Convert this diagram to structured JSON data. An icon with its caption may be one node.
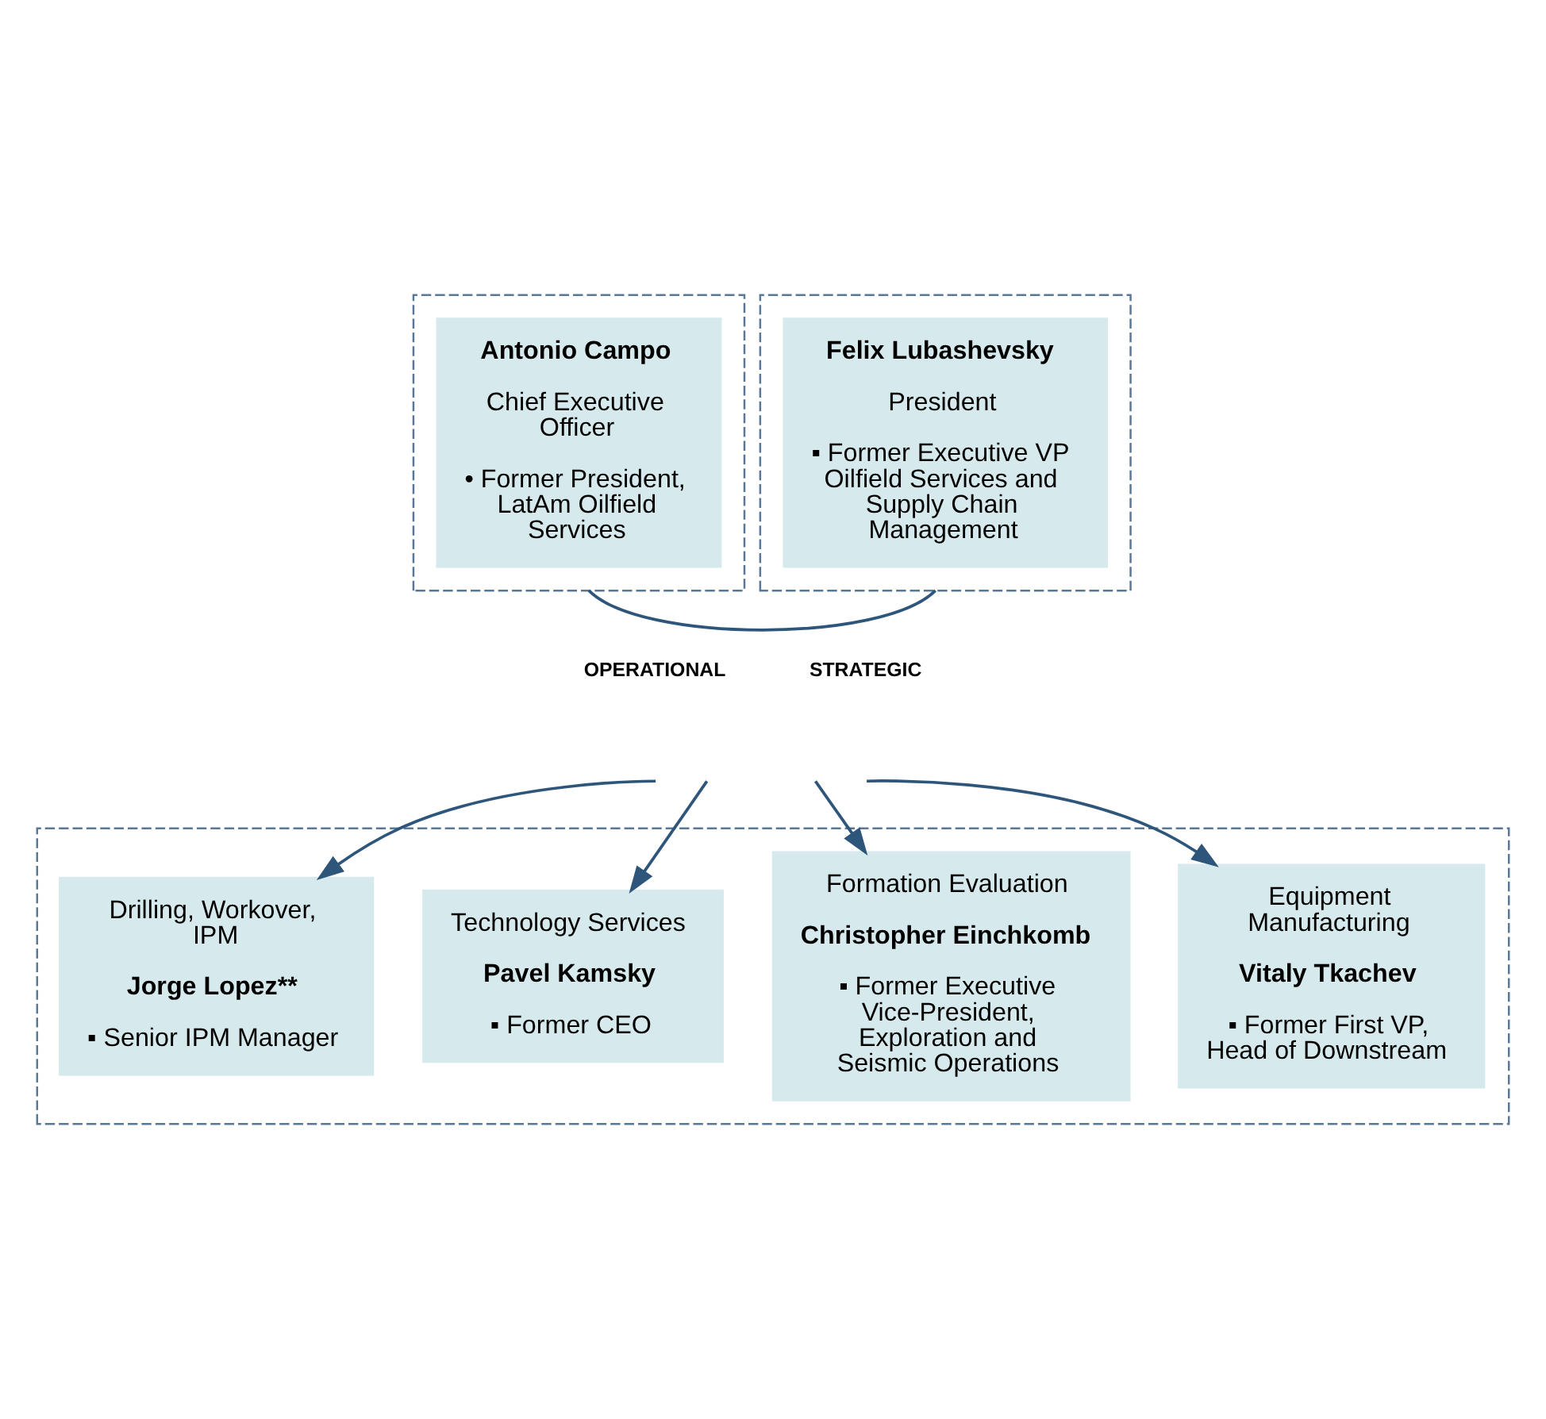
{
  "diagram": {
    "nodes": [
      {
        "text": [],
        "shape": "box"
      },
      {
        "text": [
          "Antonio Campo",
          "Chief Executive Officer",
          "• Former President, LatAm Oilfield Services"
        ],
        "in": 0
      },
      {
        "text": [],
        "shape": "box"
      },
      {
        "text": [
          "Felix Lubashevsky",
          "President",
          "▪ Former Executive VP Oilfield Services and Supply Chain Management"
        ],
        "in": 2
      },
      {
        "text": [],
        "shape": "box"
      },
      {
        "text": [
          "Drilling, Workover, IPM",
          "Jorge Lopez**",
          "▪ Senior IPM Manager"
        ],
        "in": 4
      },
      {
        "text": [
          "Technology Services",
          "Pavel Kamsky",
          "▪ Former CEO"
        ],
        "in": 4
      },
      {
        "text": [
          "Formation Evaluation",
          "Christopher Einchkomb",
          "▪ Former Executive Vice-President, Exploration and Seismic Operations"
        ],
        "in": 4
      },
      {
        "text": [
          "Equipment Manufacturing",
          "Vitaly Tkachev",
          "▪ Former First VP, Head of Downstream"
        ],
        "in": 4
      }
    ],
    "edges": [
      {
        "from": 0,
        "to": 2,
        "arrow": "none"
      },
      {
        "from": null,
        "to": 5,
        "arrow": "to"
      },
      {
        "from": null,
        "to": 6,
        "arrow": "to"
      },
      {
        "from": null,
        "to": 7,
        "arrow": "to"
      },
      {
        "from": null,
        "to": 8,
        "arrow": "to"
      }
    ],
    "labels": [
      "OPERATIONAL",
      "STRATEGIC"
    ]
  }
}
